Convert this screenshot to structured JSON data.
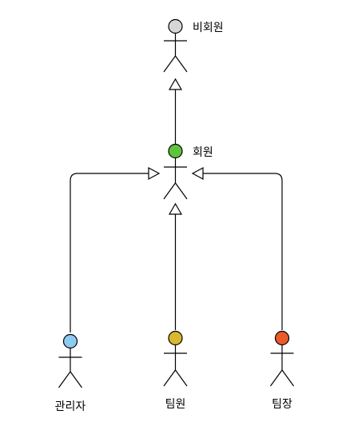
{
  "diagram": {
    "actors": [
      {
        "id": "guest",
        "label": "비회원",
        "color": "#d6d6d6"
      },
      {
        "id": "member",
        "label": "회원",
        "color": "#5ec43c"
      },
      {
        "id": "admin",
        "label": "관리자",
        "color": "#8ecbf0"
      },
      {
        "id": "teammem",
        "label": "팀원",
        "color": "#d9b72e"
      },
      {
        "id": "leader",
        "label": "팀장",
        "color": "#ea5a2b"
      }
    ],
    "generalizations": [
      {
        "from": "member",
        "to": "guest"
      },
      {
        "from": "admin",
        "to": "member"
      },
      {
        "from": "teammem",
        "to": "member"
      },
      {
        "from": "leader",
        "to": "member"
      }
    ]
  }
}
